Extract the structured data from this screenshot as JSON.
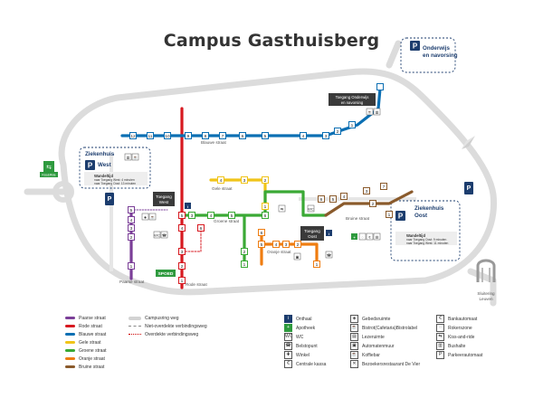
{
  "title": "Campus Gasthuisberg",
  "colors": {
    "paars": "#7b3f98",
    "rood": "#d71920",
    "blauw": "#0b6fb3",
    "geel": "#f0c419",
    "groen": "#3aa935",
    "oranje": "#ef7d10",
    "bruin": "#8a5a2b",
    "road": "#dcdcdc",
    "navy": "#1c3d6e"
  },
  "areas": {
    "onderwijs": {
      "parking": "P",
      "line1": "Onderwijs",
      "line2": "en navorsing"
    },
    "west": {
      "line1": "Ziekenhuis",
      "line2": "West",
      "parking": "P",
      "wait_title": "Wandeltijd",
      "wait1": "naar Toegang West: 4 minuten",
      "wait2": "naar Toegang Oost: 13 minuten"
    },
    "oost": {
      "line1": "Ziekenhuis",
      "line2": "Oost",
      "parking": "P",
      "wait_title": "Wandeltijd",
      "wait1": "naar Toegang Oost: 9 minuten",
      "wait2": "naar Toegang West: 11 minuten"
    }
  },
  "access": {
    "onderwijs": "Toegang Onderwijs en navorsing",
    "west_1": "Toegang",
    "west_2": "West",
    "oost_1": "Toegang",
    "oost_2": "Oost"
  },
  "streets": {
    "blauw": "Blauwe straat",
    "geel": "Gele straat",
    "groen": "Groene straat",
    "bruin": "Bruine straat",
    "oranje": "Oranje straat",
    "paars": "Paarse straat",
    "rood": "Rode straat"
  },
  "signs": {
    "spoed": "SPOED",
    "kiss_ride": "Kiss&Ride",
    "parking_letter": "P"
  },
  "exits": {
    "line1": "Sluitering",
    "line2": "Leuven"
  },
  "stations": {
    "blauw": [
      "12",
      "11",
      "10",
      "9",
      "8",
      "7",
      "6",
      "5",
      "4",
      "3",
      "2",
      "1"
    ],
    "rood": [
      "1",
      "2",
      "3",
      "4",
      "5"
    ],
    "geel": [
      "4",
      "3",
      "2",
      "1"
    ],
    "groen": [
      "1",
      "2",
      "3",
      "4",
      "5",
      "6"
    ],
    "oranje": [
      "1",
      "2",
      "3",
      "4",
      "5",
      "6"
    ],
    "bruin": [
      "1",
      "2",
      "3",
      "4",
      "5",
      "6",
      "7"
    ],
    "paars": [
      "1",
      "2",
      "3",
      "4",
      "5"
    ],
    "rood_extra": [
      "6"
    ]
  },
  "legend": {
    "lines": [
      "Paarse straat",
      "Rode straat",
      "Blauwe straat",
      "Gele straat",
      "Groene straat",
      "Oranje straat",
      "Bruine straat"
    ],
    "paths": [
      "Campusring weg",
      "Niet-overdekte verbindingsweg",
      "Overdekte verbindingsweg"
    ],
    "col3": [
      {
        "icon": "i",
        "label": "Onthaal",
        "style": "blue"
      },
      {
        "icon": "+",
        "label": "Apotheek",
        "style": "green"
      },
      {
        "icon": "WC",
        "label": "WC",
        "style": ""
      },
      {
        "icon": "☎",
        "label": "Belstopunt",
        "style": ""
      },
      {
        "icon": "✚",
        "label": "Winkel",
        "style": ""
      },
      {
        "icon": "€",
        "label": "Centrale kassa",
        "style": ""
      }
    ],
    "col4": [
      {
        "icon": "◈",
        "label": "Gebedsruimte"
      },
      {
        "icon": "☕",
        "label": "Bistrot(Cafetaria)Bistrolabel"
      },
      {
        "icon": "▤",
        "label": "Lezeruimte"
      },
      {
        "icon": "▣",
        "label": "Automatenmuur"
      },
      {
        "icon": "☕",
        "label": "Koffiebar"
      },
      {
        "icon": "✕",
        "label": "Bezoekersrestaurant De Vier"
      }
    ],
    "col5": [
      {
        "icon": "€",
        "label": "Bankautomaat"
      },
      {
        "icon": "◌",
        "label": "Rokerszone"
      },
      {
        "icon": "⇆",
        "label": "Kiss-and-ride"
      },
      {
        "icon": "▥",
        "label": "Bushalte"
      },
      {
        "icon": "P",
        "label": "Parkeerautomaat"
      }
    ]
  }
}
